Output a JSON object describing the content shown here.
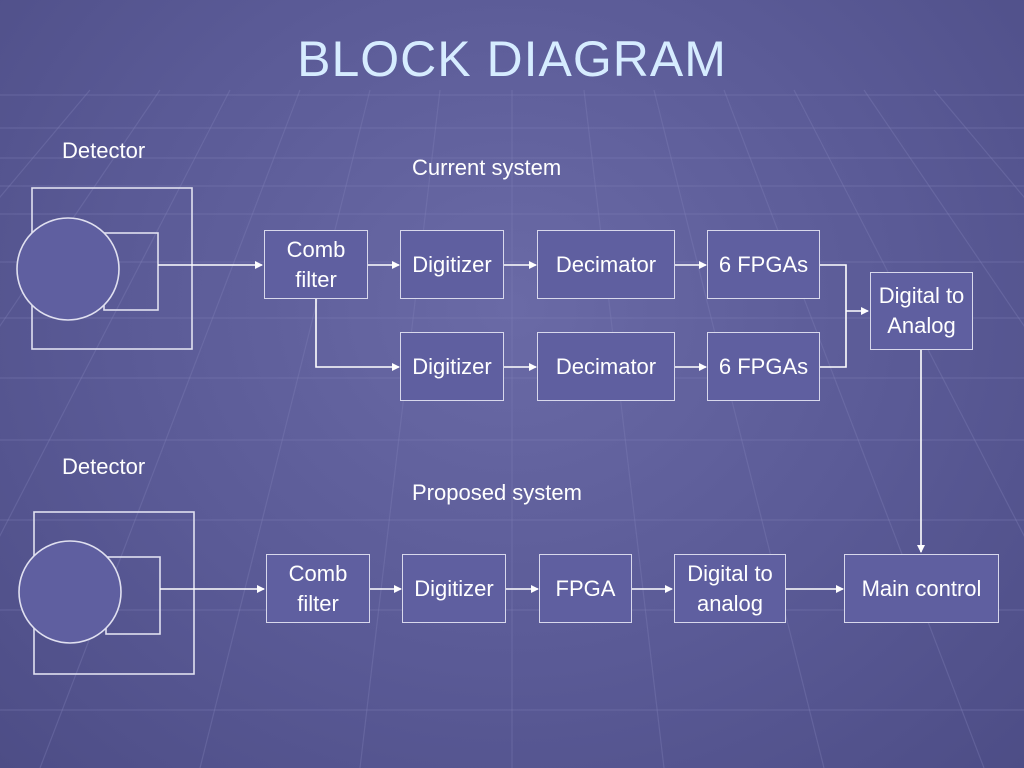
{
  "title": "BLOCK DIAGRAM",
  "current": {
    "detector_label": "Detector",
    "system_label": "Current system",
    "comb_filter": "Comb\nfilter",
    "row1": {
      "digitizer": "Digitizer",
      "decimator": "Decimator",
      "fpgas": "6 FPGAs"
    },
    "row2": {
      "digitizer": "Digitizer",
      "decimator": "Decimator",
      "fpgas": "6 FPGAs"
    },
    "dac": "Digital to\nAnalog"
  },
  "proposed": {
    "detector_label": "Detector",
    "system_label": "Proposed system",
    "comb_filter": "Comb\nfilter",
    "digitizer": "Digitizer",
    "fpga": "FPGA",
    "dac": "Digital to\nanalog",
    "main_control": "Main control"
  },
  "colors": {
    "background": "#5a5a96",
    "box_fill": "#5f5fa0",
    "box_border": "#d8d8ec",
    "title": "#d6ecff",
    "line": "#ffffff"
  }
}
